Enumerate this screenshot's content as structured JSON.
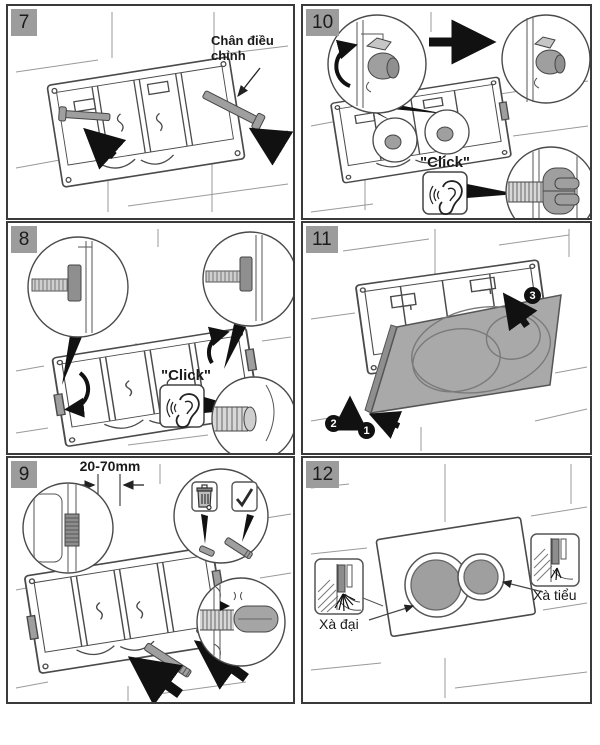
{
  "panels": {
    "p7": {
      "step": "7",
      "callout": "Chân điều chỉnh"
    },
    "p8": {
      "step": "8",
      "click_label": "\"Click\""
    },
    "p9": {
      "step": "9",
      "dimension_label": "20-70mm"
    },
    "p10": {
      "step": "10",
      "click_label": "\"Click\""
    },
    "p11": {
      "step": "11",
      "marker1": "1",
      "marker2": "2",
      "marker3": "3"
    },
    "p12": {
      "step": "12",
      "full_flush_label": "Xà đại",
      "half_flush_label": "Xà tiểu"
    }
  },
  "icons": {
    "ear": "ear-icon",
    "recycle_bin": "recycle-bin-icon",
    "checkmark": "checkmark-icon"
  },
  "colors": {
    "panel_border": "#3a3a3a",
    "badge_bg": "#9c9c9c",
    "line_art": "#4a4a4a",
    "tile_line": "#9a9a9a",
    "metal_gray": "#9f9f9f",
    "arrow_black": "#111111",
    "marker_bg": "#111111"
  }
}
